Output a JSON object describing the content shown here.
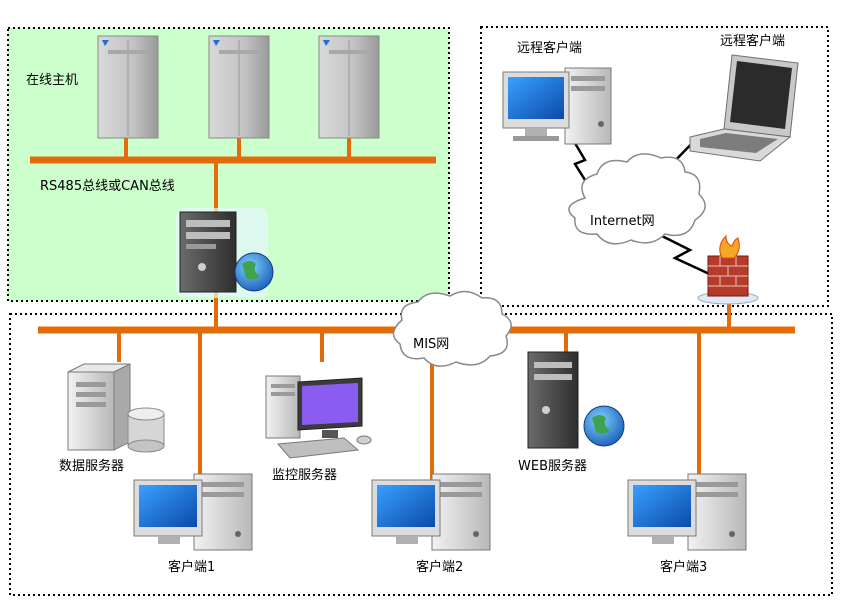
{
  "labels": {
    "online_host": "在线主机",
    "bus": "RS485总线或CAN总线",
    "remote_client_1": "远程客户端",
    "remote_client_2": "远程客户端",
    "internet": "Internet网",
    "mis": "MIS网",
    "data_server": "数据服务器",
    "monitor_server": "监控服务器",
    "web_server": "WEB服务器",
    "client_1": "客户端1",
    "client_2": "客户端2",
    "client_3": "客户端3"
  },
  "colors": {
    "online_zone_fill": "#ccffcc",
    "bus_line": "#e36c0a",
    "link_line": "#000000",
    "cabinet": "#c8c8c8",
    "screen": "#1f6fd6",
    "globe": "#2e8ad8"
  },
  "icons": {
    "cabinet": "cabinet-icon",
    "server": "server-icon",
    "globe": "globe-icon",
    "desktop": "desktop-icon",
    "laptop": "laptop-icon",
    "firewall": "firewall-icon",
    "cloud": "cloud-icon",
    "database": "database-icon",
    "workstation": "workstation-icon"
  }
}
